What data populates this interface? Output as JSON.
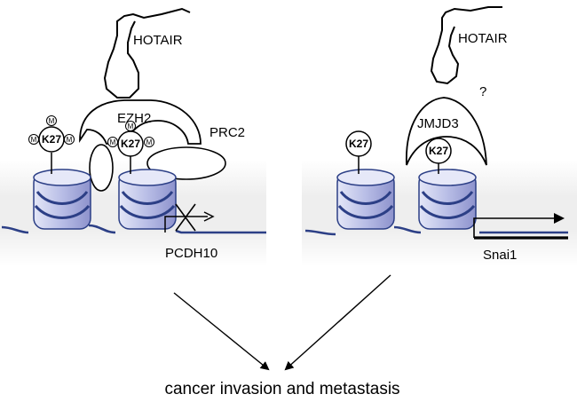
{
  "left_panel": {
    "rna_label": "HOTAIR",
    "complex_label": "PRC2",
    "enzyme_label": "EZH2",
    "mark_label": "K27",
    "methyl_label": "M",
    "gene_label": "PCDH10"
  },
  "right_panel": {
    "rna_label": "HOTAIR",
    "question_mark": "?",
    "enzyme_label": "JMJD3",
    "mark_label": "K27",
    "gene_label": "Snai1"
  },
  "caption": "cancer invasion and metastasis",
  "colors": {
    "nucleosome_light": "#d4d8f0",
    "nucleosome_dark": "#6f74b8",
    "dna": "#2c3f86",
    "background_band": "#eeeeee"
  }
}
